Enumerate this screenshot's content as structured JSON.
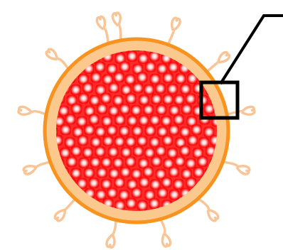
{
  "diagram": {
    "colors": {
      "background": "#ffffff",
      "shell_fill": "#fbc98e",
      "shell_stroke": "#f7931e",
      "core_fill": "#ff1a1a",
      "particle_highlight": "#ffffff",
      "ligand": "#f9c596",
      "callout": "#000000"
    },
    "elements": {
      "core": "particle-core",
      "shell": "shell",
      "ligands": "surface-ligand",
      "callout_box": "zoom-box",
      "callout_line": "leader-line"
    }
  }
}
